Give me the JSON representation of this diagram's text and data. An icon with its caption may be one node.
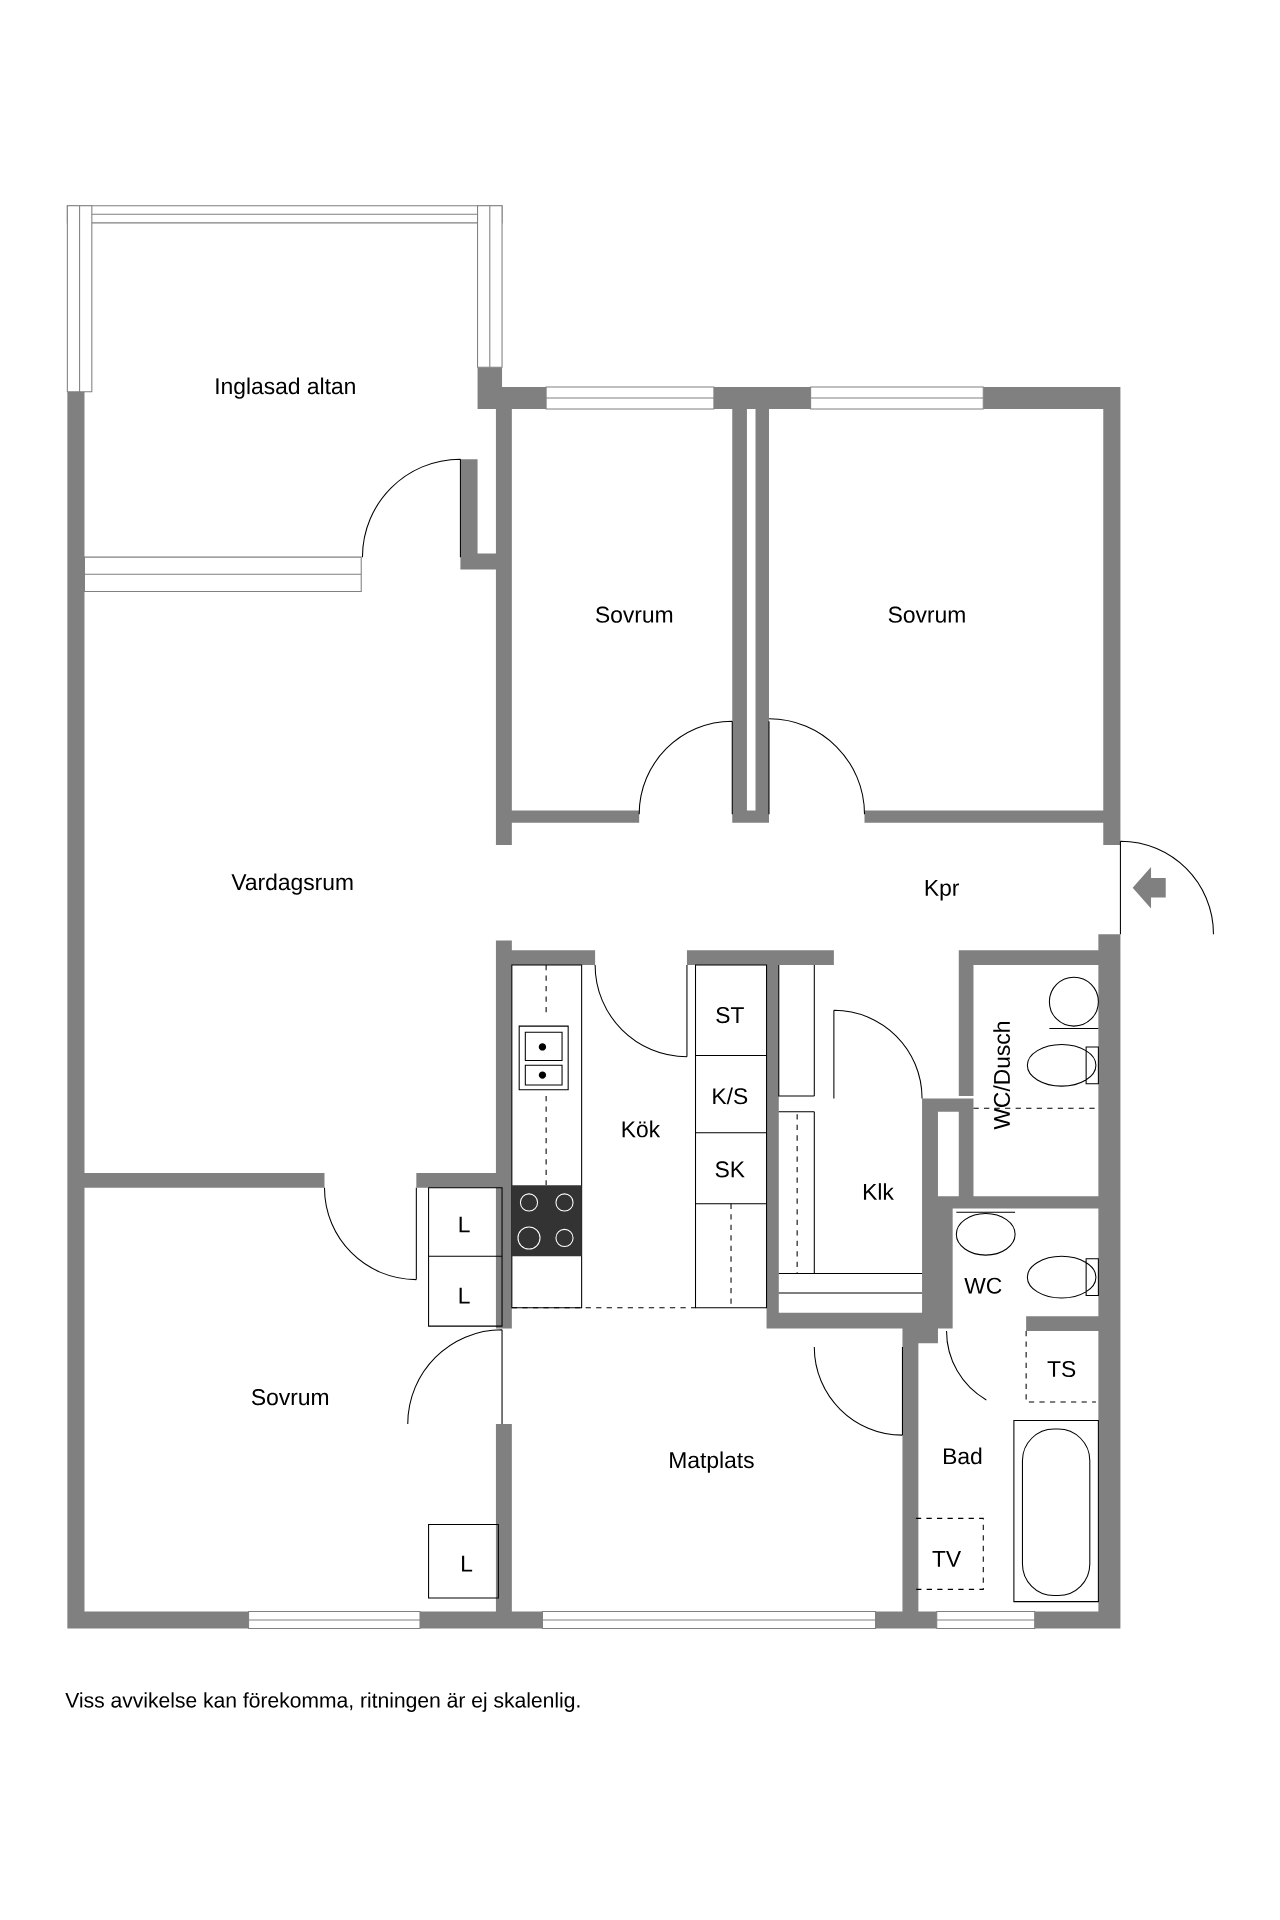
{
  "diagram": {
    "caption": "Viss avvikelse kan förekomma, ritningen är ej skalenlig.",
    "labels": [
      "Inglasad altan",
      "Sovrum",
      "Sovrum",
      "Vardagsrum",
      "Kpr",
      "ST",
      "WC/Dusch",
      "K/S",
      "Kök",
      "SK",
      "Klk",
      "L",
      "L",
      "WC",
      "TS",
      "Sovrum",
      "Matplats",
      "Bad",
      "L",
      "TV"
    ]
  }
}
